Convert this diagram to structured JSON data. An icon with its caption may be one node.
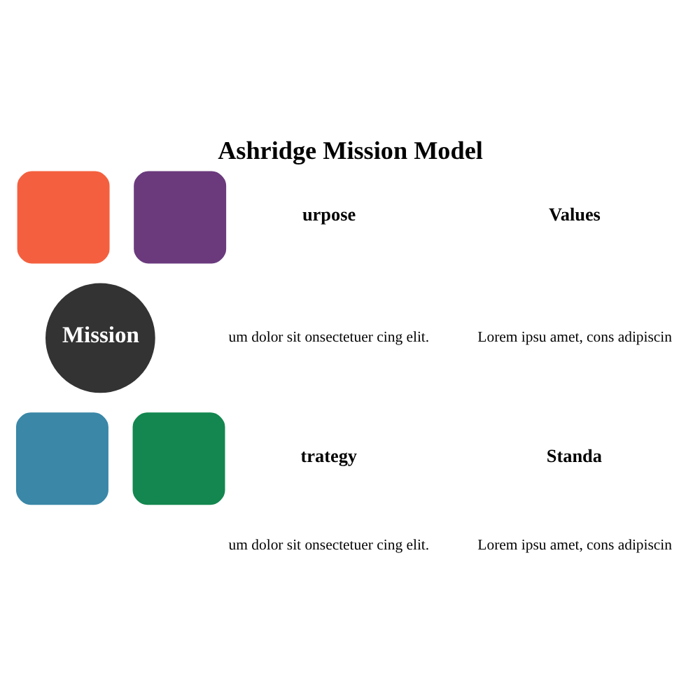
{
  "diagram": {
    "title": "Ashridge Mission Model",
    "nodes": [
      {
        "text": [
          "Mission"
        ]
      },
      {
        "text": [],
        "shape": "box"
      },
      {
        "text": [],
        "shape": "box"
      },
      {
        "text": [],
        "shape": "box"
      },
      {
        "text": [],
        "shape": "box"
      }
    ],
    "edges": [],
    "labels": [
      "urpose",
      "um dolor sit onsectetuer cing elit.",
      "Values",
      "Lorem ipsu amet, cons adipiscin",
      "trategy",
      "um dolor sit onsectetuer cing elit.",
      "Standa",
      "Lorem ipsu amet, cons adipiscin"
    ]
  }
}
